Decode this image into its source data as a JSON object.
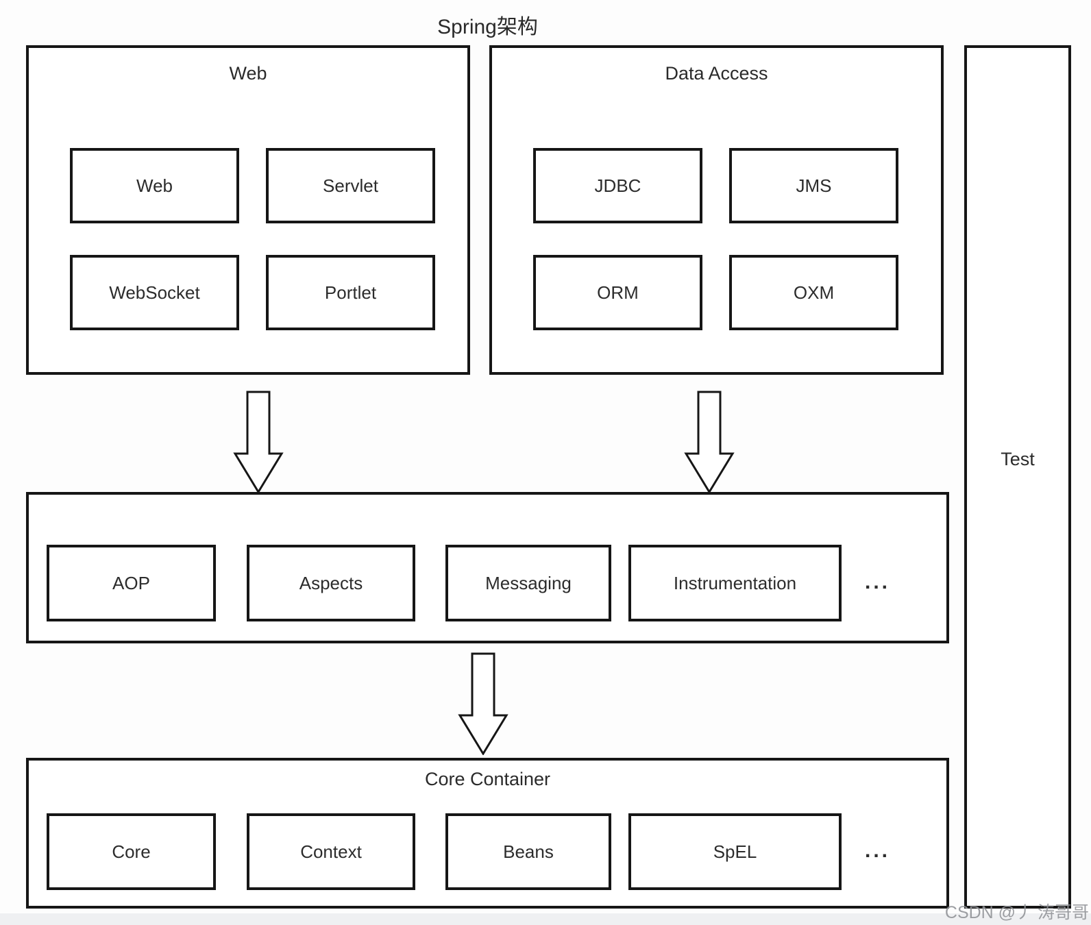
{
  "title": "Spring架构",
  "watermark": "CSDN @丿 涛哥哥",
  "colors": {
    "border": "#161616",
    "text": "#2a2a2a",
    "background": "#ffffff",
    "watermark": "#919498",
    "footer_strip": "#eff0f2"
  },
  "groups": {
    "web": {
      "label": "Web",
      "modules": [
        "Web",
        "Servlet",
        "WebSocket",
        "Portlet"
      ]
    },
    "data_access": {
      "label": "Data Access",
      "modules": [
        "JDBC",
        "JMS",
        "ORM",
        "OXM"
      ]
    },
    "middleware": {
      "modules": [
        "AOP",
        "Aspects",
        "Messaging",
        "Instrumentation"
      ],
      "more": "..."
    },
    "core": {
      "label": "Core Container",
      "modules": [
        "Core",
        "Context",
        "Beans",
        "SpEL"
      ],
      "more": "..."
    },
    "test": {
      "label": "Test"
    }
  },
  "icons": {
    "down_arrow": "hollow-down-arrow"
  }
}
